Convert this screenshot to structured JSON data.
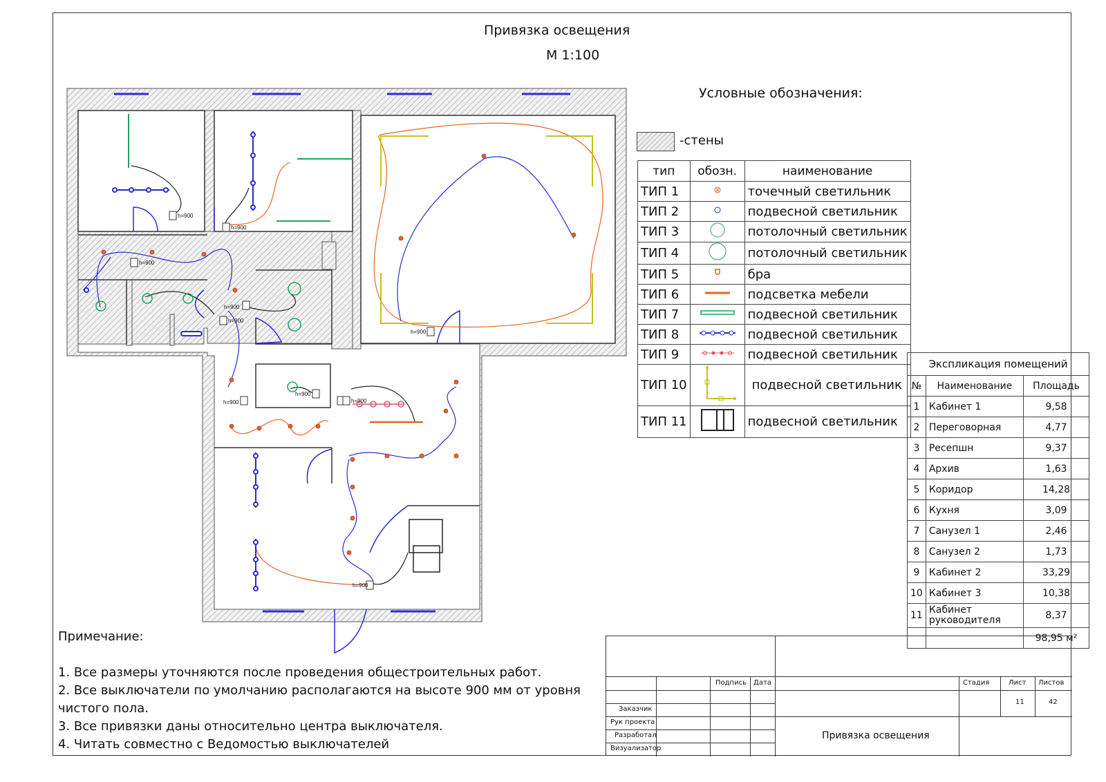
{
  "header": {
    "title": "Привязка освещения",
    "scale": "М 1:100"
  },
  "legend": {
    "title": "Условные обозначения:",
    "walls_label": "-стены",
    "columns": [
      "тип",
      "обозн.",
      "наименование"
    ],
    "rows": [
      {
        "type": "ТИП 1",
        "name": "точечный светильник",
        "icon": "spot-light-icon"
      },
      {
        "type": "ТИП 2",
        "name": "подвесной светильник",
        "icon": "pendant-light-icon"
      },
      {
        "type": "ТИП 3",
        "name": "потолочный светильник",
        "icon": "ceiling-light-small-icon"
      },
      {
        "type": "ТИП 4",
        "name": "потолочный светильник",
        "icon": "ceiling-light-large-icon"
      },
      {
        "type": "ТИП 5",
        "name": "бра",
        "icon": "sconce-icon"
      },
      {
        "type": "ТИП 6",
        "name": "подсветка мебели",
        "icon": "furniture-light-icon"
      },
      {
        "type": "ТИП 7",
        "name": "подвесной светильник",
        "icon": "linear-green-light-icon"
      },
      {
        "type": "ТИП 8",
        "name": "подвесной светильник",
        "icon": "linear-blue-light-icon"
      },
      {
        "type": "ТИП 9",
        "name": "подвесной светильник",
        "icon": "linear-pink-light-icon"
      },
      {
        "type": "ТИП 10",
        "name": "подвесной светильник",
        "icon": "l-track-light-icon"
      },
      {
        "type": "ТИП 11",
        "name": "подвесной светильник",
        "icon": "box-light-icon"
      }
    ]
  },
  "explication": {
    "title": "Экспликация помещений",
    "columns": [
      "№",
      "Наименование",
      "Площадь"
    ],
    "rows": [
      {
        "n": "1",
        "name": "Кабинет 1",
        "area": "9,58"
      },
      {
        "n": "2",
        "name": "Переговорная",
        "area": "4,77"
      },
      {
        "n": "3",
        "name": "Ресепшн",
        "area": "9,37"
      },
      {
        "n": "4",
        "name": "Архив",
        "area": "1,63"
      },
      {
        "n": "5",
        "name": "Коридор",
        "area": "14,28"
      },
      {
        "n": "6",
        "name": "Кухня",
        "area": "3,09"
      },
      {
        "n": "7",
        "name": "Санузел 1",
        "area": "2,46"
      },
      {
        "n": "8",
        "name": "Санузел 2",
        "area": "1,73"
      },
      {
        "n": "9",
        "name": "Кабинет 2",
        "area": "33,29"
      },
      {
        "n": "10",
        "name": "Кабинет 3",
        "area": "10,38"
      },
      {
        "n": "11",
        "name": "Кабинет руководителя",
        "area": "8,37"
      }
    ],
    "total": "98,95 м²"
  },
  "switch_label": "h=900",
  "notes": {
    "title": "Примечание:",
    "items": [
      "1. Все размеры уточняются после проведения общестроительных работ.",
      "2. Все выключатели по умолчанию располагаются на высоте 900 мм от уровня чистого пола.",
      "3. Все привязки даны относительно центра выключателя.",
      "4. Читать совместно с Ведомостью выключателей"
    ]
  },
  "stamp": {
    "podpis": "Подпись",
    "data": "Дата",
    "stadiya": "Стадия",
    "list": "Лист",
    "listov": "Листов",
    "list_value": "11",
    "listov_value": "42",
    "roles": [
      "Заказчик",
      "Рук проекта",
      "Разработал",
      "Визуализатор"
    ],
    "sheet_title": "Привязка освещения"
  },
  "colors": {
    "wall": "#9e9e9e",
    "window": "#2b2bd6",
    "orange": "#e8641e",
    "green": "#1aa55a",
    "yellow": "#c6c21a",
    "pink": "#e0506a",
    "blue": "#2a2ad0"
  }
}
